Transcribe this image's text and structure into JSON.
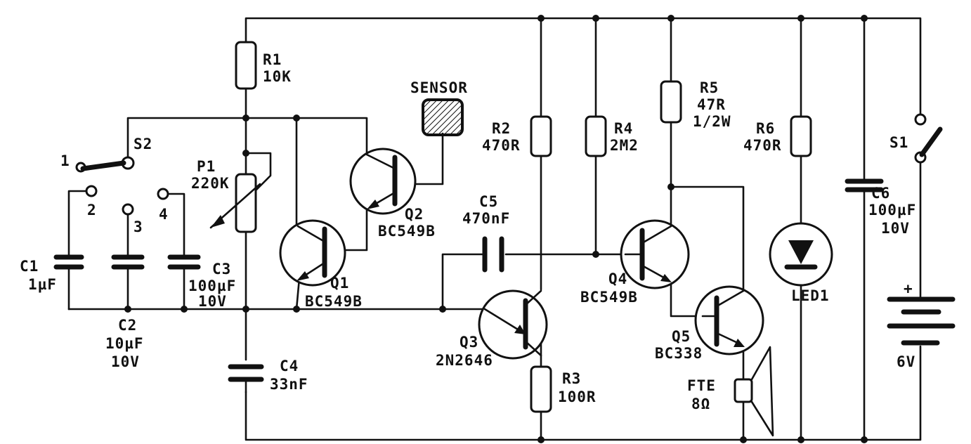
{
  "components": {
    "r1": {
      "ref": "R1",
      "value": "10K"
    },
    "r2": {
      "ref": "R2",
      "value": "470R"
    },
    "r3": {
      "ref": "R3",
      "value": "100R"
    },
    "r4": {
      "ref": "R4",
      "value": "2M2"
    },
    "r5": {
      "ref": "R5",
      "value": "47R",
      "rating": "1/2W"
    },
    "r6": {
      "ref": "R6",
      "value": "470R"
    },
    "p1": {
      "ref": "P1",
      "value": "220K"
    },
    "c1": {
      "ref": "C1",
      "value": "1µF"
    },
    "c2": {
      "ref": "C2",
      "value": "10µF",
      "voltage": "10V"
    },
    "c3": {
      "ref": "C3",
      "value": "100µF",
      "voltage": "10V"
    },
    "c4": {
      "ref": "C4",
      "value": "33nF"
    },
    "c5": {
      "ref": "C5",
      "value": "470nF"
    },
    "c6": {
      "ref": "C6",
      "value": "100µF",
      "voltage": "10V"
    },
    "q1": {
      "ref": "Q1",
      "type": "BC549B"
    },
    "q2": {
      "ref": "Q2",
      "type": "BC549B"
    },
    "q3": {
      "ref": "Q3",
      "type": "2N2646"
    },
    "q4": {
      "ref": "Q4",
      "type": "BC549B"
    },
    "q5": {
      "ref": "Q5",
      "type": "BC338"
    },
    "s1": {
      "ref": "S1"
    },
    "s2": {
      "ref": "S2",
      "positions": [
        "1",
        "2",
        "3",
        "4"
      ]
    },
    "sensor": {
      "label": "SENSOR"
    },
    "led": {
      "ref": "LED1"
    },
    "speaker": {
      "ref": "FTE",
      "impedance": "8Ω"
    },
    "battery": {
      "polarity": "+",
      "voltage": "6V"
    }
  }
}
